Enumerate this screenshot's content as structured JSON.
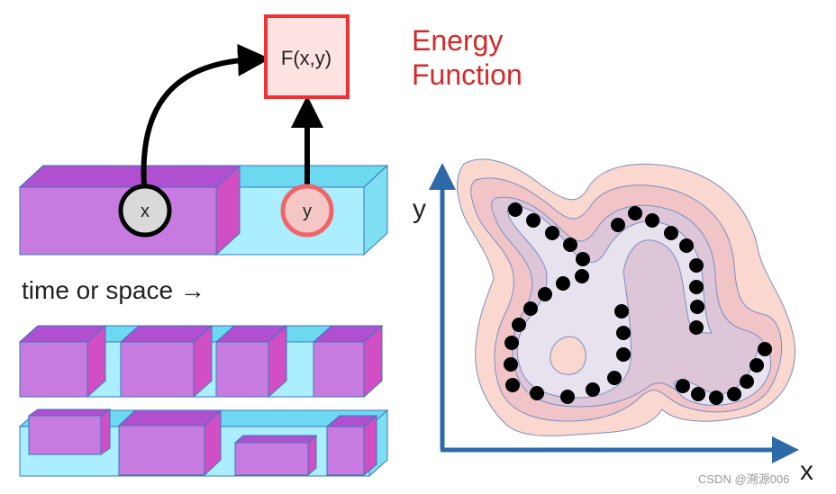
{
  "energy_box": {
    "label": "F(x,y)"
  },
  "title": {
    "line1": "Energy",
    "line2": "Function"
  },
  "node_x": {
    "label": "x"
  },
  "node_y": {
    "label": "y"
  },
  "axis_caption": {
    "text": "time or space →"
  },
  "plot": {
    "x_axis_label": "x",
    "y_axis_label": "y"
  },
  "watermark": {
    "text": "CSDN @溯源006"
  },
  "colors": {
    "observed_block": "#c77be0",
    "observed_block_top": "#b04fd0",
    "observed_block_side": "#d24ec5",
    "latent_block": "#aaeeff",
    "latent_block_top": "#6cd9f0",
    "energy_box_border": "#ee3333",
    "energy_box_fill": "#ffe2e2",
    "title_red": "#d22b2b",
    "axis_blue": "#2e6aa8",
    "contour_outer": "#fad7cf",
    "contour_mid": "#f1c4c8",
    "contour_inner": "#dcc6d8",
    "contour_core": "#e8e2ee",
    "data_point": "#000000"
  }
}
